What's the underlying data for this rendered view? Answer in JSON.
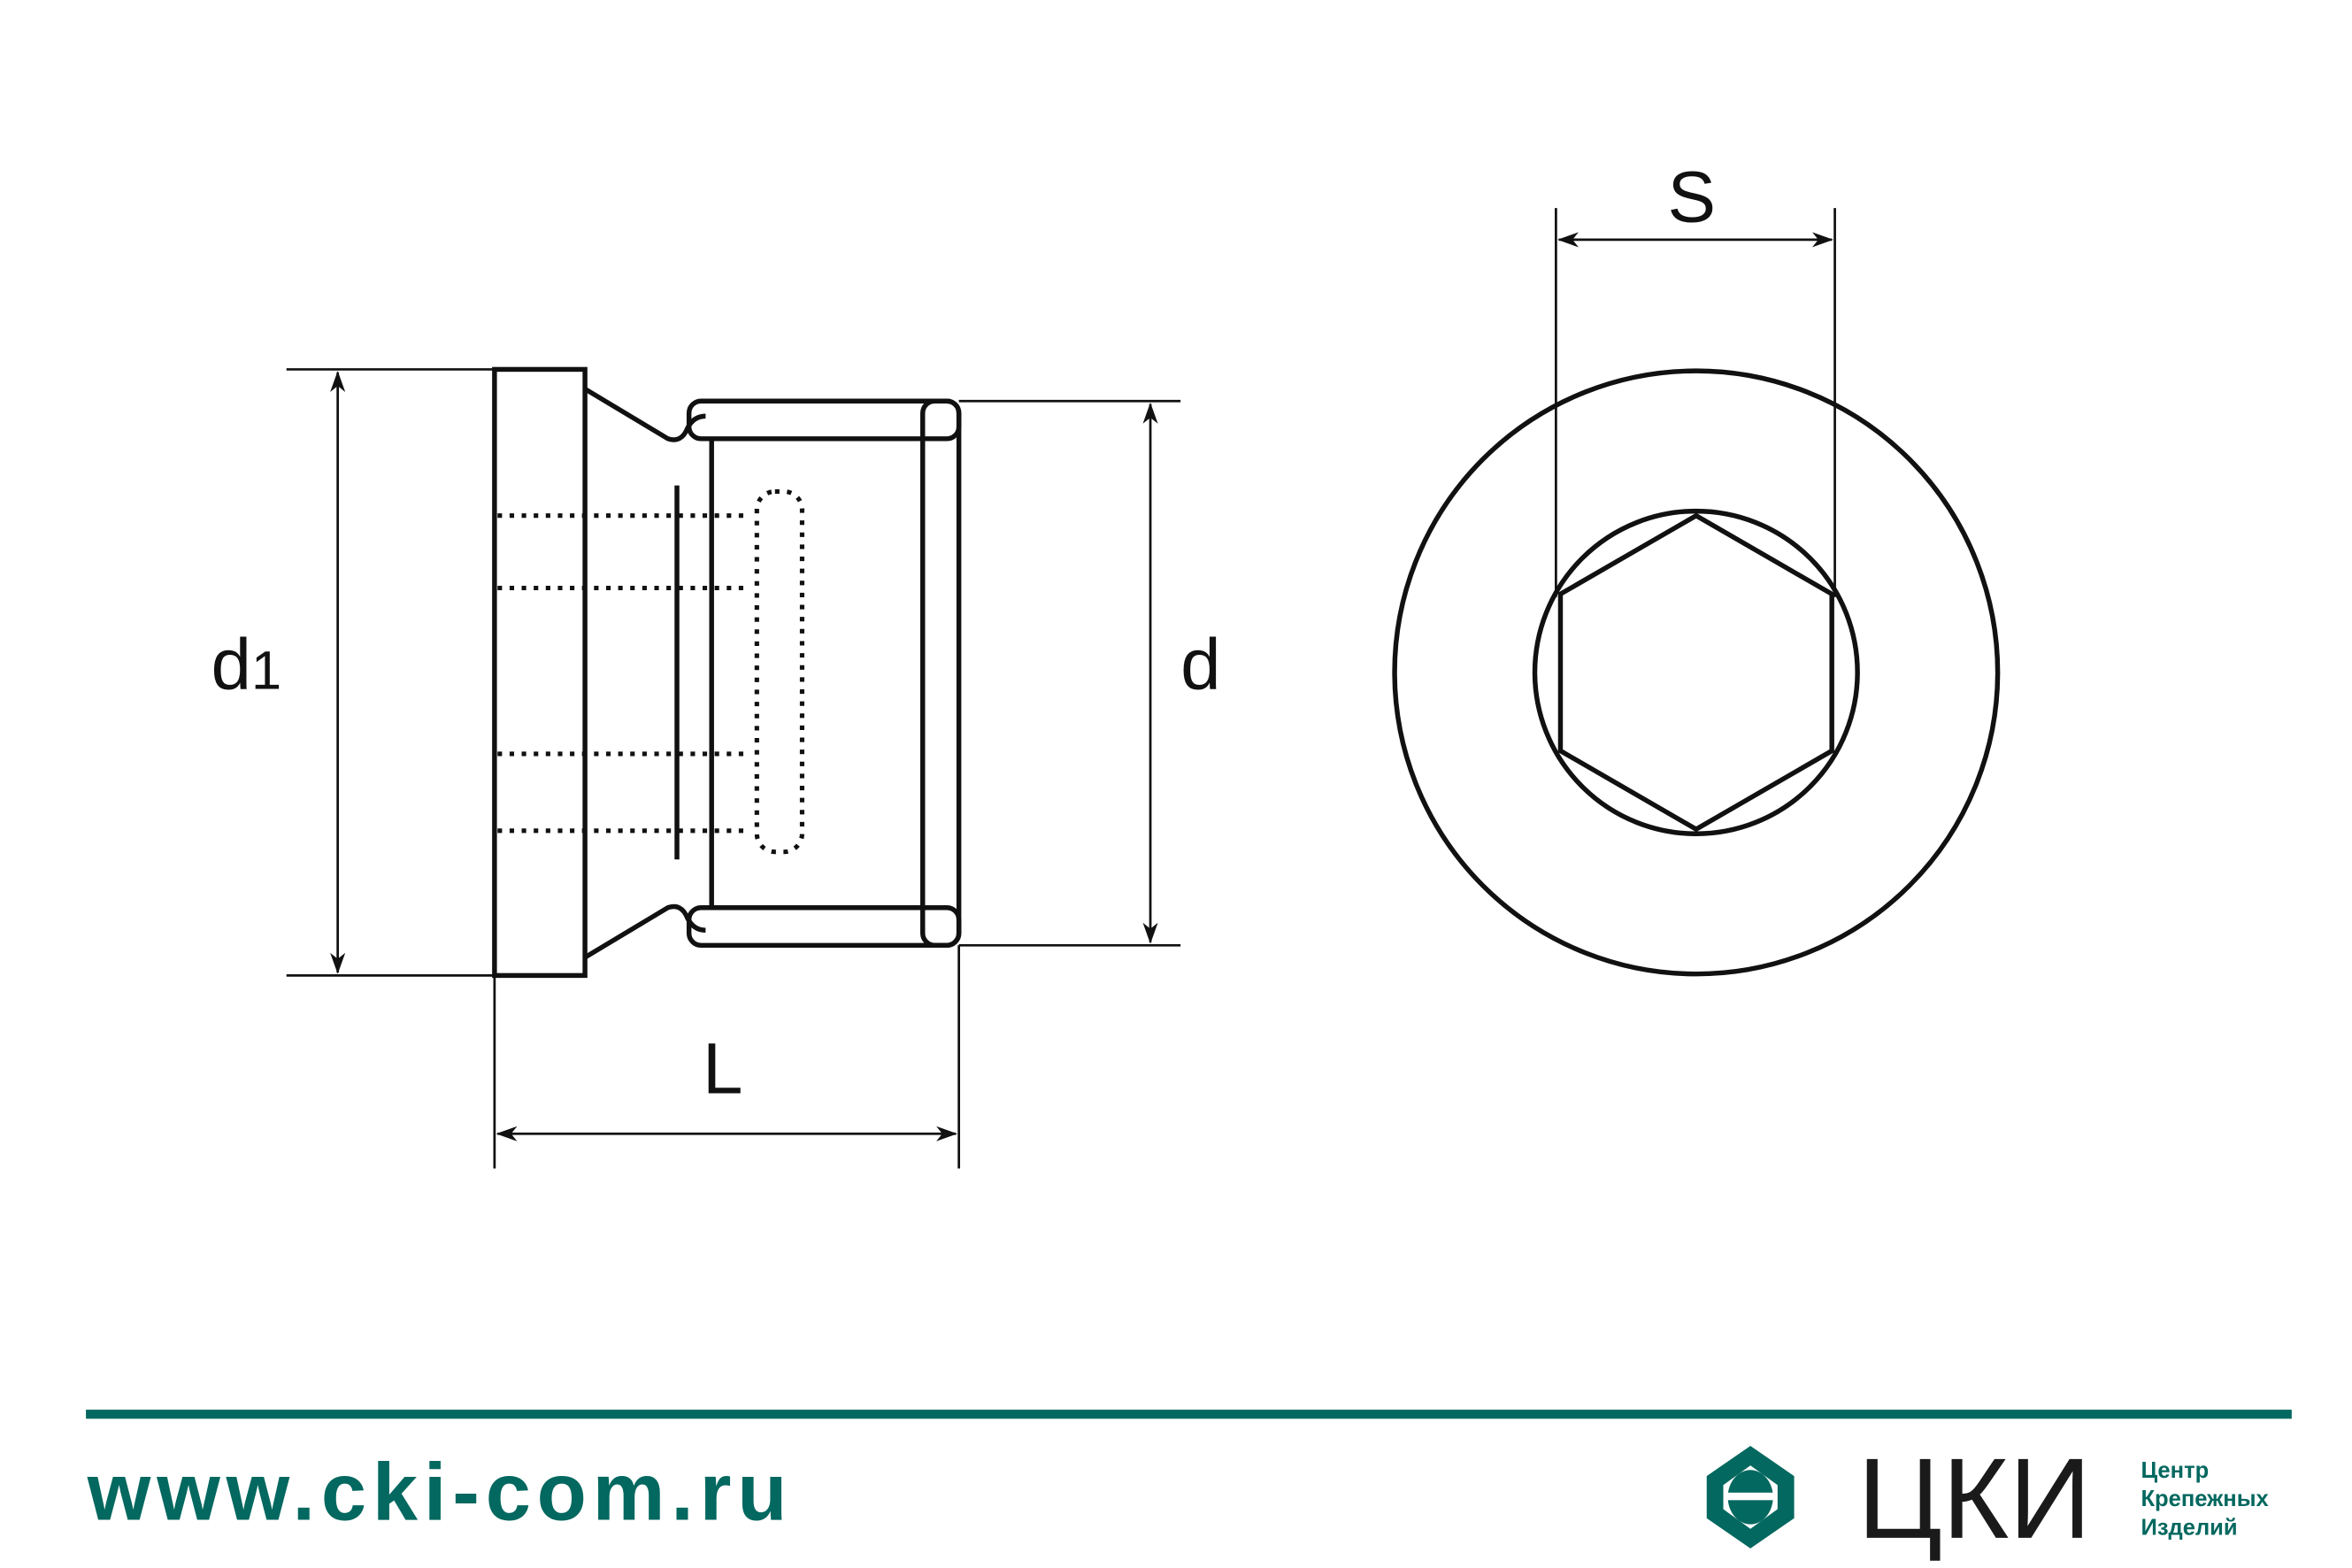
{
  "drawing": {
    "labels": {
      "d1_main": "d",
      "d1_sub": "1",
      "d": "d",
      "L": "L",
      "S": "S"
    }
  },
  "footer": {
    "url": "www.cki-com.ru",
    "logo_letters": "ЦКИ",
    "logo_line1": "Центр",
    "logo_line2": "Крепежных",
    "logo_line3": "Изделий"
  },
  "colors": {
    "brand": "#03685f",
    "line": "#111111"
  }
}
